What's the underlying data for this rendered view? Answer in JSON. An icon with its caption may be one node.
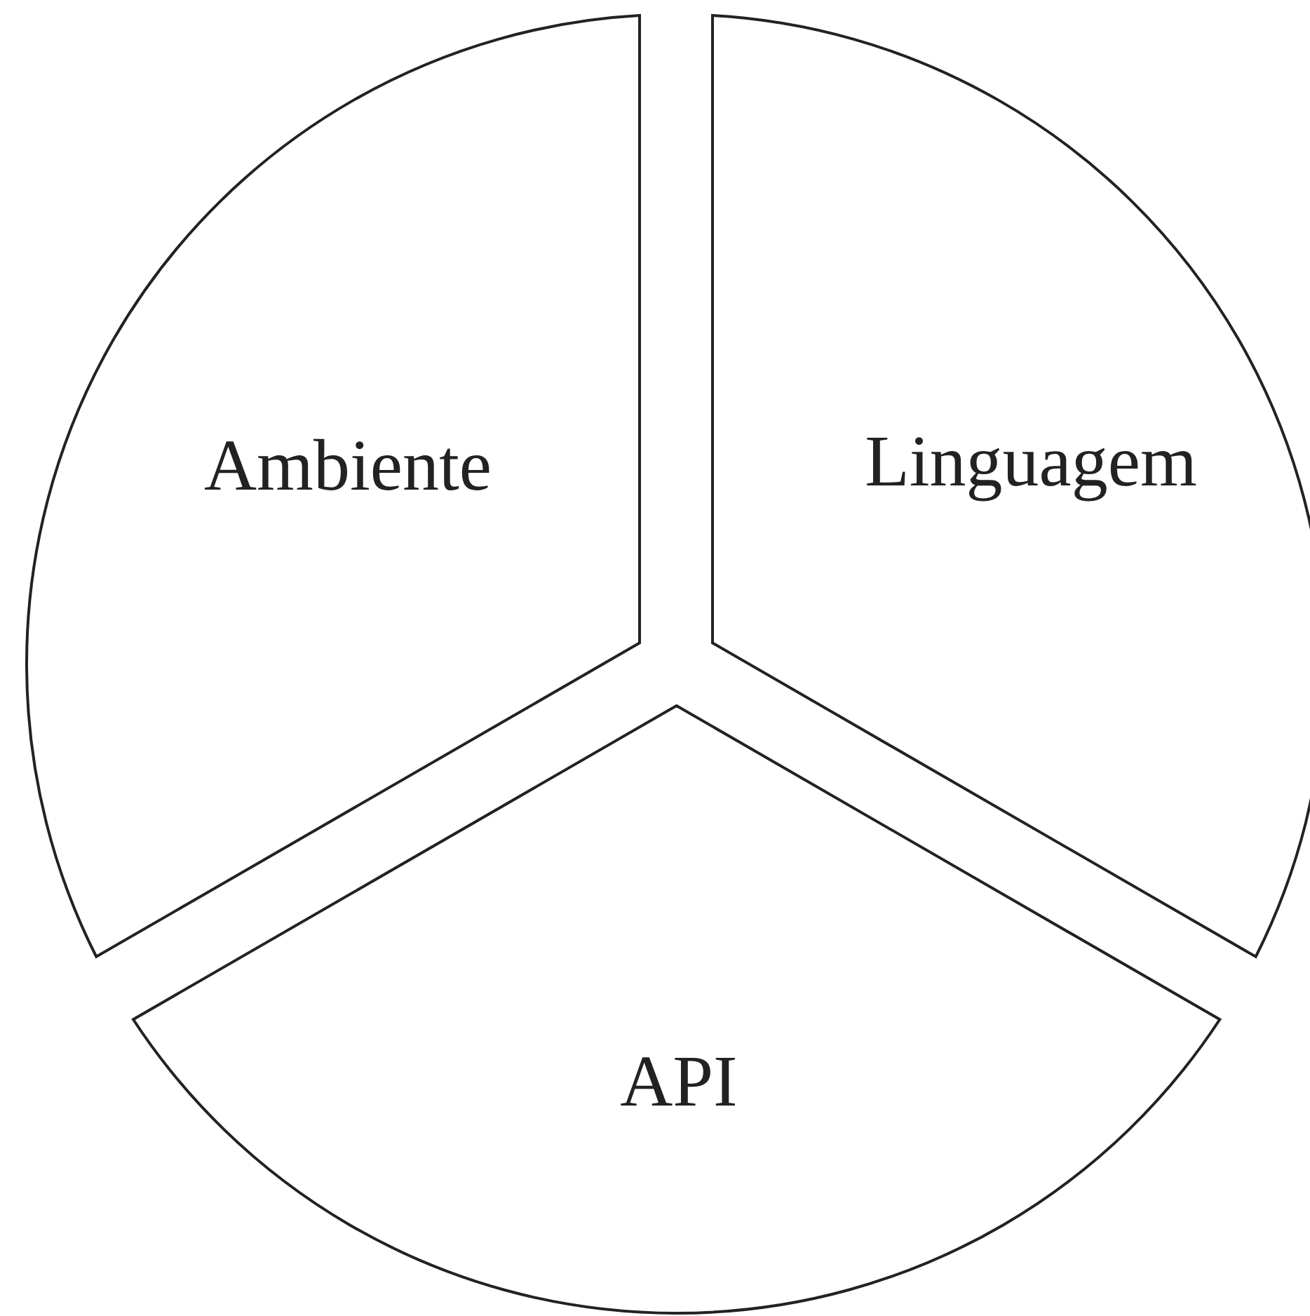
{
  "diagram": {
    "nodes": [
      {
        "text": [
          "Ambiente"
        ]
      },
      {
        "text": [
          "Linguagem"
        ]
      },
      {
        "text": [
          "API"
        ]
      }
    ]
  }
}
